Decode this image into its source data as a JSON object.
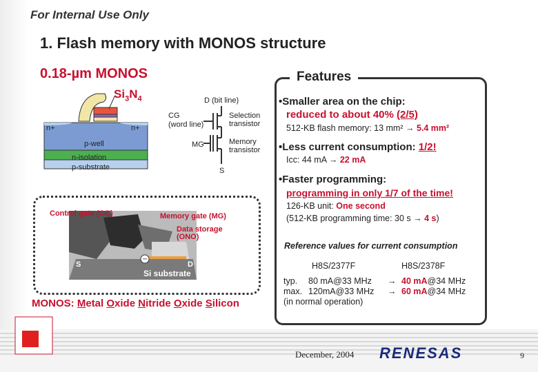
{
  "header": {
    "confidential": "For Internal Use Only"
  },
  "slide": {
    "title": "1. Flash memory with MONOS structure",
    "subtitle": "0.18-µm MONOS",
    "si3n4": {
      "base1": "Si",
      "sub1": "3",
      "base2": "N",
      "sub2": "4"
    }
  },
  "cross_section": {
    "np_left": "n+",
    "np_right": "n+",
    "pwell": "p-well",
    "nisolation": "n-isolation",
    "psubstrate": "p-substrate"
  },
  "circuit": {
    "d_line": "D (bit line)",
    "cg": "CG",
    "word_line": "(word line)",
    "mg": "MG",
    "s": "S",
    "sel_line1": "Selection",
    "sel_line2": "transistor",
    "mem_line1": "Memory",
    "mem_line2": "transistor"
  },
  "inset": {
    "cg_label": "Control gate (CG)",
    "mg_label": "Memory gate (MG)",
    "ds_line1": "Data storage",
    "ds_line2": "(ONO)",
    "s": "S",
    "d": "D",
    "si_sub": "Si substrate"
  },
  "monos_def": {
    "prefix": "MONOS: ",
    "m": "M",
    "etal": "etal ",
    "o1": "O",
    "xide1": "xide ",
    "n": "N",
    "itride": "itride ",
    "o2": "O",
    "xide2": "xide ",
    "s": "S",
    "ilicon": "ilicon"
  },
  "features": {
    "title": "Features",
    "item1": {
      "heading": "•Smaller area on the chip:",
      "red": "reduced to about 40%",
      "red_ul": "(2/5)",
      "detail": "512-KB flash memory: 13 mm² →",
      "detail_red": "5.4 mm²"
    },
    "item2": {
      "heading": "•Less current consumption:",
      "heading_red": "1/2!",
      "detail": "Icc: 44 mA →",
      "detail_red": "22 mA"
    },
    "item3": {
      "heading": "•Faster programming:",
      "red": "programming in only 1/7 of the time!",
      "detail1": "126-KB unit:",
      "detail1_red": "One second",
      "detail2": "(512-KB programming time: 30 s →",
      "detail2_red": "4 s",
      "detail2_end": ")"
    },
    "ref_title": "Reference values for current consumption",
    "ref": {
      "col1": "H8S/2377F",
      "col2": "H8S/2378F",
      "typ_label": "typ.",
      "typ_v1": "80 mA@33 MHz",
      "typ_arrow": "→",
      "typ_v2_red": "40 mA",
      "typ_v2_rest": "@34 MHz",
      "max_label": "max.",
      "max_v1": "120mA@33 MHz",
      "max_arrow": "→",
      "max_v2_red": "60 mA",
      "max_v2_rest": "@34 MHz",
      "note": "(in normal operation)"
    }
  },
  "footer": {
    "date": "December, 2004",
    "logo": "RENESAS",
    "page": "9"
  },
  "colors": {
    "accent": "#c8102e",
    "logo": "#1b2a7a",
    "pwell": "#7c9bd3",
    "nisolation": "#4caf50",
    "psubstrate": "#b7d0ee"
  }
}
